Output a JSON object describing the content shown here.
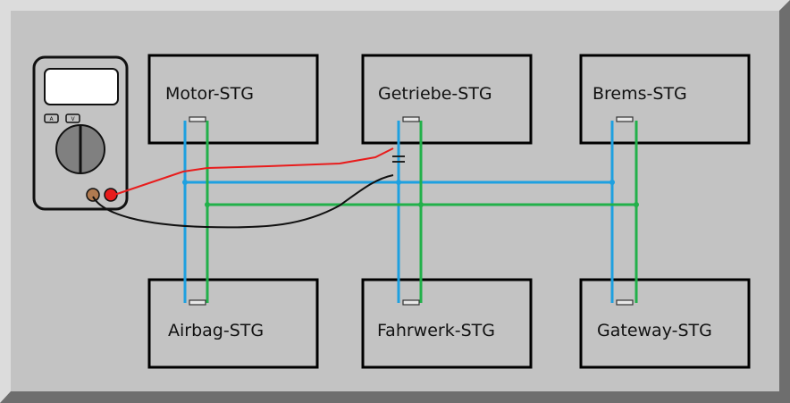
{
  "units": [
    {
      "id": "motor",
      "label": "Motor-STG"
    },
    {
      "id": "getriebe",
      "label": "Getriebe-STG"
    },
    {
      "id": "brems",
      "label": "Brems-STG"
    },
    {
      "id": "airbag",
      "label": "Airbag-STG"
    },
    {
      "id": "fahrwerk",
      "label": "Fahrwerk-STG"
    },
    {
      "id": "gateway",
      "label": "Gateway-STG"
    }
  ],
  "multimeter": {
    "button_a": "A",
    "button_v": "V"
  },
  "colors": {
    "can_high": "#1ea0e0",
    "can_low": "#22b04a",
    "probe_red": "#e81c1c",
    "probe_black": "#111111",
    "background": "#c3c3c3"
  }
}
